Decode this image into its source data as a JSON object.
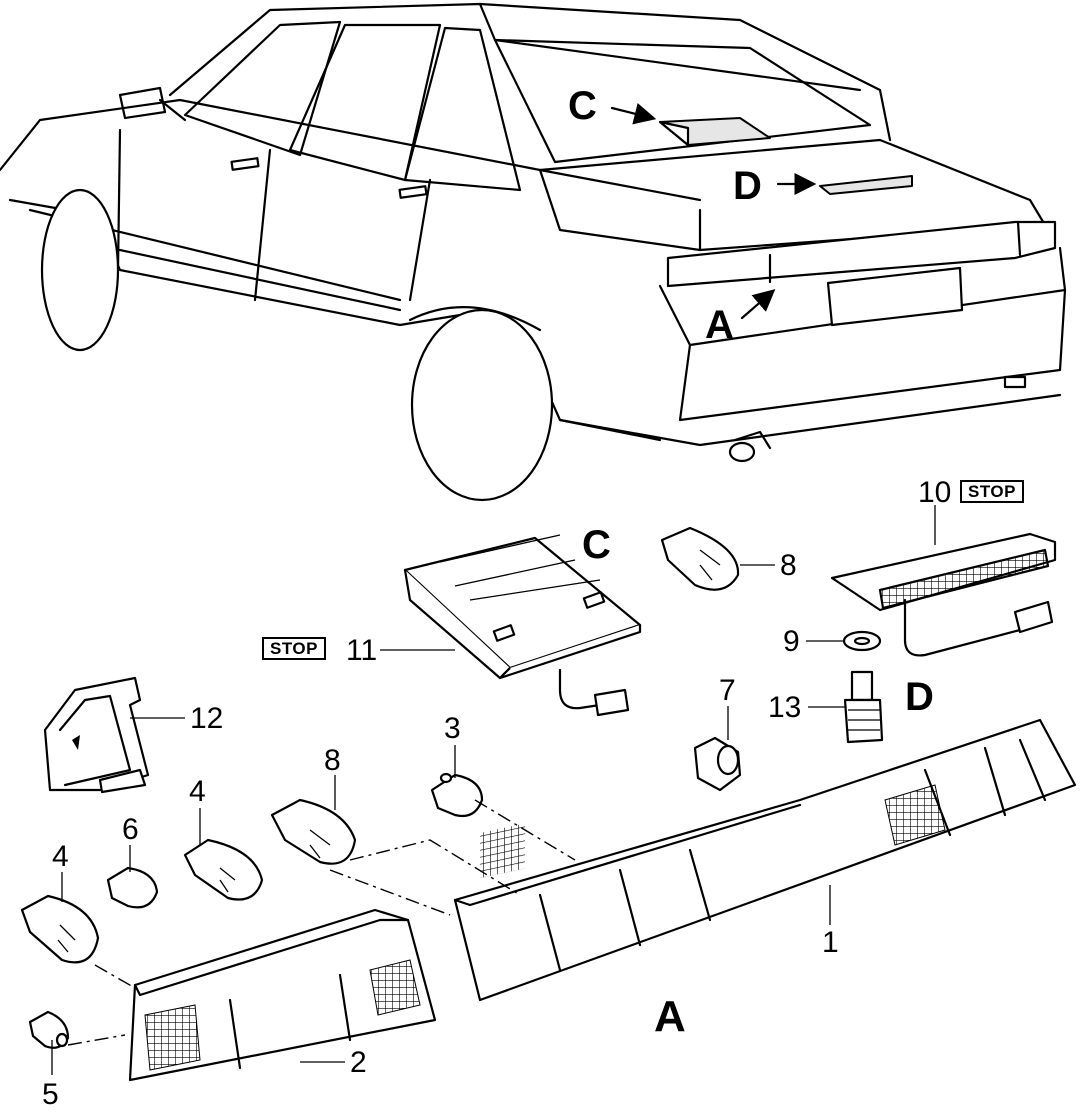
{
  "views": {
    "car": {
      "arrow_c": "C",
      "arrow_d": "D",
      "arrow_a": "A"
    },
    "exploded": {
      "group_c": "C",
      "group_d": "D",
      "group_a": "A"
    }
  },
  "callouts": {
    "p1": "1",
    "p2": "2",
    "p3": "3",
    "p4a": "4",
    "p4b": "4",
    "p5": "5",
    "p6": "6",
    "p7": "7",
    "p8a": "8",
    "p8b": "8",
    "p9": "9",
    "p10": "10",
    "p11": "11",
    "p12": "12",
    "p13": "13"
  },
  "badges": {
    "stop_10": "STOP",
    "stop_11": "STOP"
  }
}
